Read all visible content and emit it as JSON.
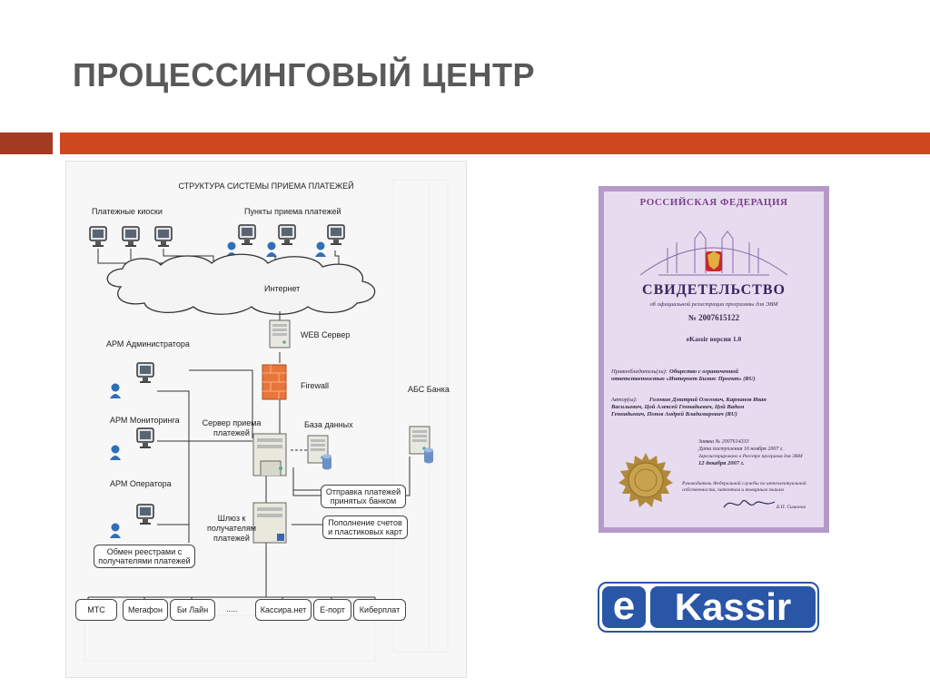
{
  "slide": {
    "title": "ПРОЦЕССИНГОВЫЙ ЦЕНТР",
    "accent_dark": "#a33a22",
    "accent": "#d0481f"
  },
  "diagram": {
    "title": "СТРУКТУРА СИСТЕМЫ ПРИЕМА ПЛАТЕЖЕЙ",
    "kiosks_label": "Платежные киоски",
    "points_label": "Пункты приема платежей",
    "internet_label": "Интернет",
    "web_server_label": "WEB Сервер",
    "firewall_label": "Firewall",
    "arm_admin_label": "АРМ Администратора",
    "arm_monitoring_label": "АРМ Мониторинга",
    "arm_operator_label": "АРМ Оператора",
    "server_label_1": "Сервер приема",
    "server_label_2": "платежей",
    "db_label": "База данных",
    "abs_label": "АБС Банка",
    "gateway_label_1": "Шлюз к",
    "gateway_label_2": "получателям",
    "gateway_label_3": "платежей",
    "box_send_1": "Отправка платежей",
    "box_send_2": "принятых банком",
    "box_topup_1": "Пополнение счетов",
    "box_topup_2": "и пластиковых карт",
    "box_exchange_1": "Обмен реестрами с",
    "box_exchange_2": "получателями платежей",
    "recipients": [
      "МТС",
      "Мегафон",
      "Би Лайн",
      ".....",
      "Кассира.нет",
      "Е-порт",
      "Киберплат"
    ]
  },
  "certificate": {
    "country": "РОССИЙСКАЯ ФЕДЕРАЦИЯ",
    "title": "СВИДЕТЕЛЬСТВО",
    "subtitle": "об официальной регистрации программы для ЭВМ",
    "number": "№ 2007615122",
    "program": "eKassir версия 1.0",
    "holder_label": "Правообладатель(ли):",
    "holder_1": "Общество с ограниченной",
    "holder_2": "ответственностью «Интернет Бизнес Проект» (RU)",
    "authors_label": "Автор(ы):",
    "authors_1": "Головин Дмитрий Олегович, Карманов Иван",
    "authors_2": "Васильевич, Цой Алексей Геннадьевич, Цой Вадим",
    "authors_3": "Геннадьевич, Попов Андрей Владимирович (RU)",
    "app_no": "Заявка № 2007614333",
    "filed": "Дата поступления 16 ноября 2007 г.",
    "registered_label": "Зарегистрировано в Реестре программ для ЭВМ",
    "registered": "12 декабря 2007 г.",
    "director_note_1": "Руководитель Федеральной службы по интеллектуальной",
    "director_note_2": "собственности, патентам и товарным знакам",
    "signer": "Б.П. Симонов"
  },
  "logo": {
    "brand_color": "#2a56a8",
    "part1": "e",
    "part2": "Kassir"
  }
}
